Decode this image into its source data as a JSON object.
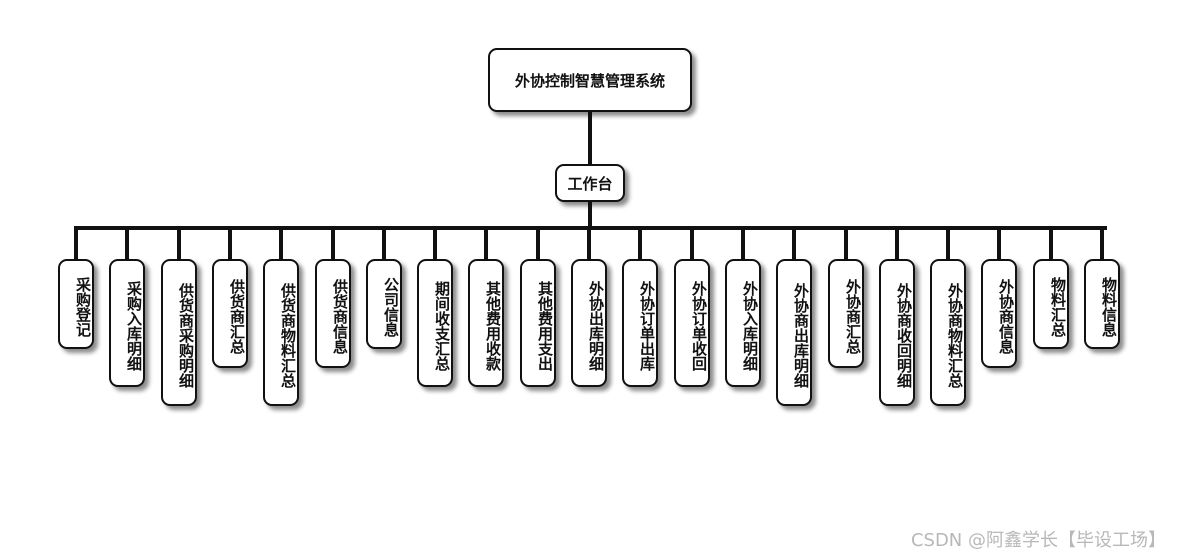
{
  "root": {
    "label": "外协控制智慧管理系统"
  },
  "hub": {
    "label": "工作台"
  },
  "leaves": [
    "采购登记",
    "采购入库明细",
    "供货商采购明细",
    "供货商汇总",
    "供货商物料汇总",
    "供货商信息",
    "公司信息",
    "期间收支汇总",
    "其他费用收款",
    "其他费用支出",
    "外协出库明细",
    "外协订单出库",
    "外协订单收回",
    "外协入库明细",
    "外协商出库明细",
    "外协商汇总",
    "外协商收回明细",
    "外协商物料汇总",
    "外协商信息",
    "物料汇总",
    "物料信息"
  ],
  "watermark": "CSDN @阿鑫学长【毕设工场】"
}
